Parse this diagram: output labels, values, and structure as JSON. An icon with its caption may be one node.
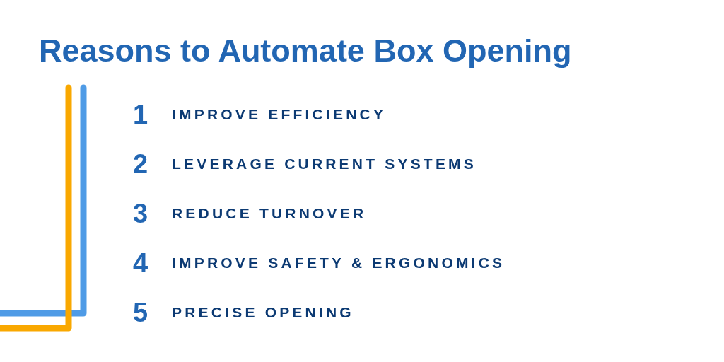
{
  "diagram": {
    "title": "Reasons to Automate Box Opening",
    "labels": [
      "1",
      "IMPROVE EFFICIENCY",
      "2",
      "LEVERAGE CURRENT SYSTEMS",
      "3",
      "REDUCE TURNOVER",
      "4",
      "IMPROVE SAFETY & ERGONOMICS",
      "5",
      "PRECISE OPENING"
    ]
  }
}
